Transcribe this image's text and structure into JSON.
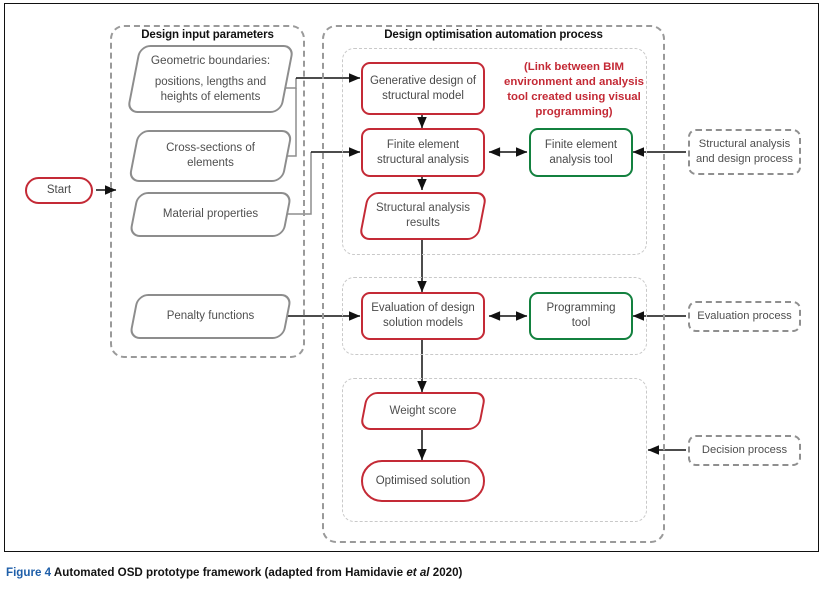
{
  "figure": {
    "caption_label": "Figure 4",
    "caption_text": "Automated OSD prototype framework (adapted from Hamidavie",
    "caption_etal": "et al",
    "caption_year": "2020)"
  },
  "colors": {
    "red": "#c42a36",
    "green": "#13813f",
    "grey": "#8d8d8d",
    "dashed_group": "#9a9a9a",
    "dashed_subgroup": "#c9c9c9",
    "caption_blue": "#1f5fa9",
    "text": "#4f4f4f"
  },
  "start": {
    "label": "Start"
  },
  "groups": {
    "inputs": {
      "title": "Design input parameters"
    },
    "process": {
      "title": "Design optimisation automation process"
    }
  },
  "inputs": {
    "geometric": {
      "heading": "Geometric boundaries:",
      "detail": "positions, lengths and heights of elements"
    },
    "cross_sections": {
      "label": "Cross-sections of elements"
    },
    "material": {
      "label": "Material properties"
    },
    "penalty": {
      "label": "Penalty functions"
    }
  },
  "process": {
    "generative_design": {
      "label": "Generative design of structural model"
    },
    "fe_analysis": {
      "label": "Finite element structural analysis"
    },
    "fe_tool": {
      "label": "Finite element analysis tool"
    },
    "structural_results": {
      "label": "Structural analysis results"
    },
    "evaluation": {
      "label": "Evaluation of design solution models"
    },
    "programming_tool": {
      "label": "Programming tool"
    },
    "weight_score": {
      "label": "Weight score"
    },
    "optimised_solution": {
      "label": "Optimised solution"
    },
    "note": {
      "text": "(Link between BIM environment and analysis tool created using visual programming)"
    }
  },
  "annotations": {
    "structural": {
      "label": "Structural analysis and design process"
    },
    "evaluation": {
      "label": "Evaluation process"
    },
    "decision": {
      "label": "Decision process"
    }
  }
}
